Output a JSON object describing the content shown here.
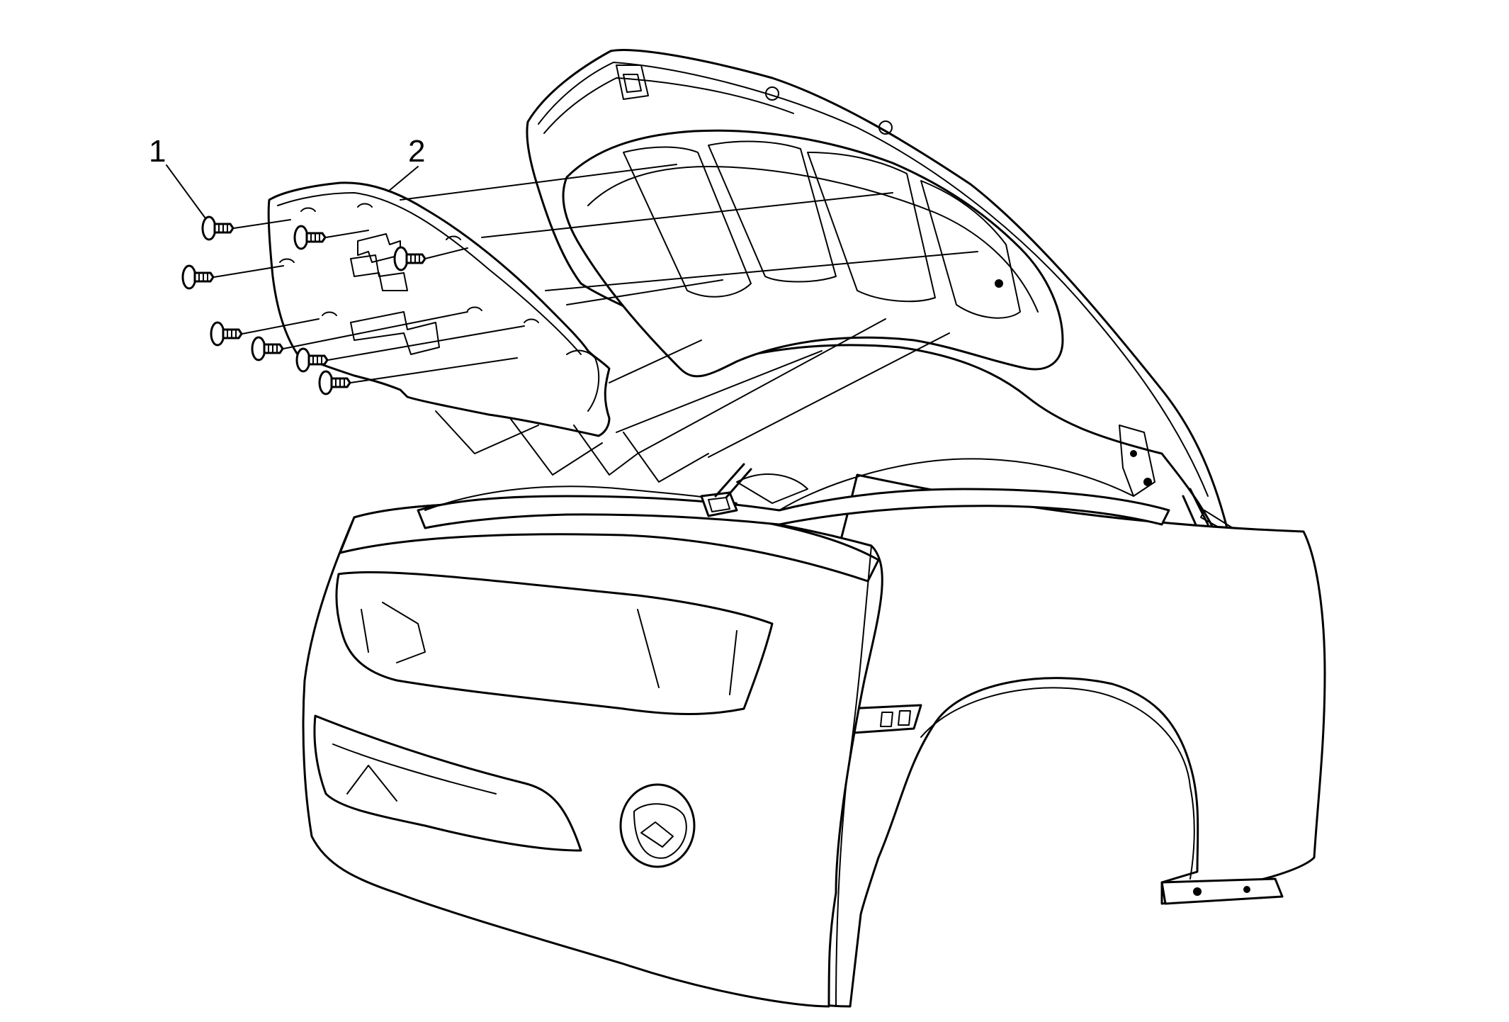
{
  "callouts": [
    {
      "id": 1,
      "label": "1",
      "part": "fastener"
    },
    {
      "id": 2,
      "label": "2",
      "part": "hood-insulator"
    }
  ],
  "colors": {
    "line": "#000000",
    "background": "#ffffff"
  }
}
